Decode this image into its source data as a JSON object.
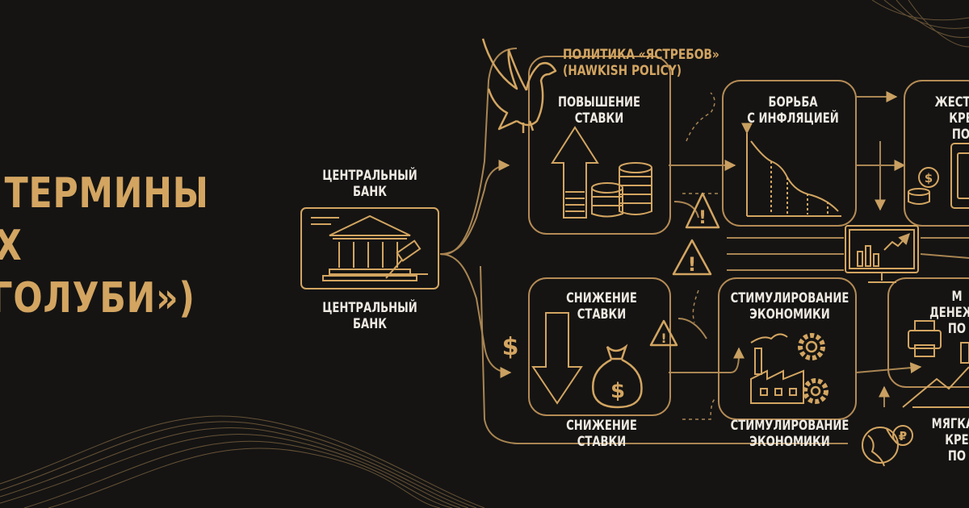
{
  "title_lines": [
    "Е ТЕРМИНЫ",
    "АХ",
    "«ГОЛУБИ»)"
  ],
  "hawkish_title": "ПОЛИТИКА «ЯСТРЕБОВ»",
  "hawkish_subtitle": "(HAWKISH POLICY)",
  "central_bank_top": "ЦЕНТРАЛЬНЫЙ\nБАНК",
  "central_bank_bottom": "ЦЕНТРАЛЬНЫЙ\nБАНК",
  "raise_rates": "ПОВЫШЕНИЕ\nСТАВКИ",
  "fight_inflation": "БОРЬБА\nС ИНФЛЯЦИЕЙ",
  "tight_policy": "ЖЕСТКА\nКРЕ\nПО",
  "cut_rates_top": "СНИЖЕНИЕ\nСТАВКИ",
  "cut_rates_bottom": "СНИЖЕНИЕ\nСТАВКИ",
  "stimulate_top": "СТИМУЛИРОВАНИЕ\nЭКОНОМИКИ",
  "stimulate_bottom": "СТИМУЛИРОВАНИЕ\nЭКОНОМИКИ",
  "money_policy": "М\nДЕНЕЖН\nПО",
  "soft_policy": "МЯГКАЯ\nКРЕ\nПО",
  "dollar_symbol": "$",
  "ruble_symbol": "₽",
  "warning_symbol": "!",
  "colors": {
    "background": "#151413",
    "gold": "#d3a561",
    "line": "#a98552",
    "text": "#eeeae2"
  }
}
